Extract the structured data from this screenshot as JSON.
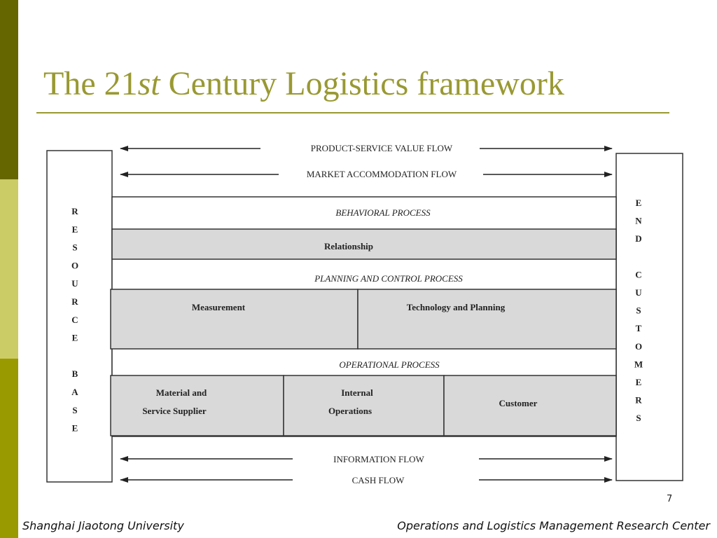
{
  "title": {
    "prefix": "The 21",
    "superscript": "st",
    "suffix": " Century Logistics framework"
  },
  "diagram": {
    "left_column": [
      "R",
      "E",
      "S",
      "O",
      "U",
      "R",
      "C",
      "E",
      "",
      "B",
      "A",
      "S",
      "E"
    ],
    "right_column": [
      "E",
      "N",
      "D",
      "",
      "C",
      "U",
      "S",
      "T",
      "O",
      "M",
      "E",
      "R",
      "S"
    ],
    "flows_top": [
      "PRODUCT-SERVICE VALUE FLOW",
      "MARKET ACCOMMODATION FLOW"
    ],
    "flows_bottom": [
      "INFORMATION FLOW",
      "CASH FLOW"
    ],
    "behavioral": "BEHAVIORAL PROCESS",
    "relationship": "Relationship",
    "planning": "PLANNING AND CONTROL PROCESS",
    "measurement": "Measurement",
    "technology": "Technology and Planning",
    "operational": "OPERATIONAL PROCESS",
    "material_line1": "Material and",
    "material_line2": "Service Supplier",
    "internal_line1": "Internal",
    "internal_line2": "Operations",
    "customer": "Customer"
  },
  "colors": {
    "title": "#999933",
    "sidebar_dark": "#666600",
    "sidebar_light": "#cccc66",
    "sidebar_mid": "#999900",
    "box_fill": "#d9d9d9"
  },
  "page_number": "7",
  "footer": {
    "left": "Shanghai Jiaotong University",
    "right": "Operations and Logistics Management Research Center"
  }
}
